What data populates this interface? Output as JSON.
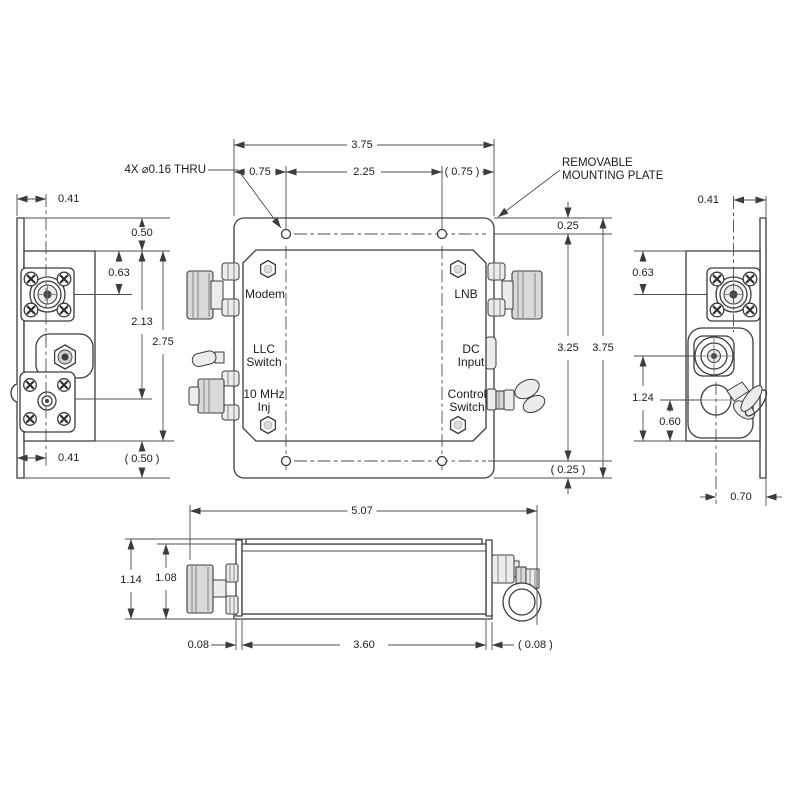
{
  "title": "RF enclosure outline drawing",
  "colors": {
    "line": "#3c3c3c",
    "dim_line": "#4d4d4d",
    "text": "#1c1c1c",
    "fill_light": "#d9d9d9",
    "background": "#ffffff"
  },
  "views": {
    "front": {
      "labels": {
        "modem": "Modem",
        "lnb": "LNB",
        "llc1": "LLC",
        "llc2": "Switch",
        "dc1": "DC",
        "dc2": "Input",
        "inj1": "10 MHz",
        "inj2": "Inj",
        "ctl1": "Control",
        "ctl2": "Switch"
      },
      "callouts": {
        "holes": "4X ⌀0.16 THRU",
        "plate1": "REMOVABLE",
        "plate2": "MOUNTING PLATE"
      },
      "dims": {
        "width": "3.75",
        "hole_offset_left": "0.75",
        "hole_spacing": "2.25",
        "hole_offset_right": "( 0.75 )",
        "top_margin": "0.25",
        "hole_row_spacing": "3.25",
        "height": "3.75",
        "bottom_margin": "( 0.25 )"
      }
    },
    "left": {
      "dims": {
        "conn_depth_top": "0.41",
        "top_gap": "0.50",
        "n_offset": "0.63",
        "sma_offset": "2.13",
        "body_height": "2.75",
        "conn_depth_bottom": "0.41",
        "bottom_gap": "( 0.50 )"
      }
    },
    "right": {
      "dims": {
        "conn_depth": "0.41",
        "n_offset": "0.63",
        "dc_offset": "1.24",
        "switch_offset": "0.60",
        "switch_depth": "0.70"
      }
    },
    "bottom": {
      "dims": {
        "length": "5.07",
        "height_total": "1.14",
        "height_body": "1.08",
        "cap_left": "0.08",
        "body_length": "3.60",
        "cap_right": "( 0.08 )"
      }
    }
  }
}
